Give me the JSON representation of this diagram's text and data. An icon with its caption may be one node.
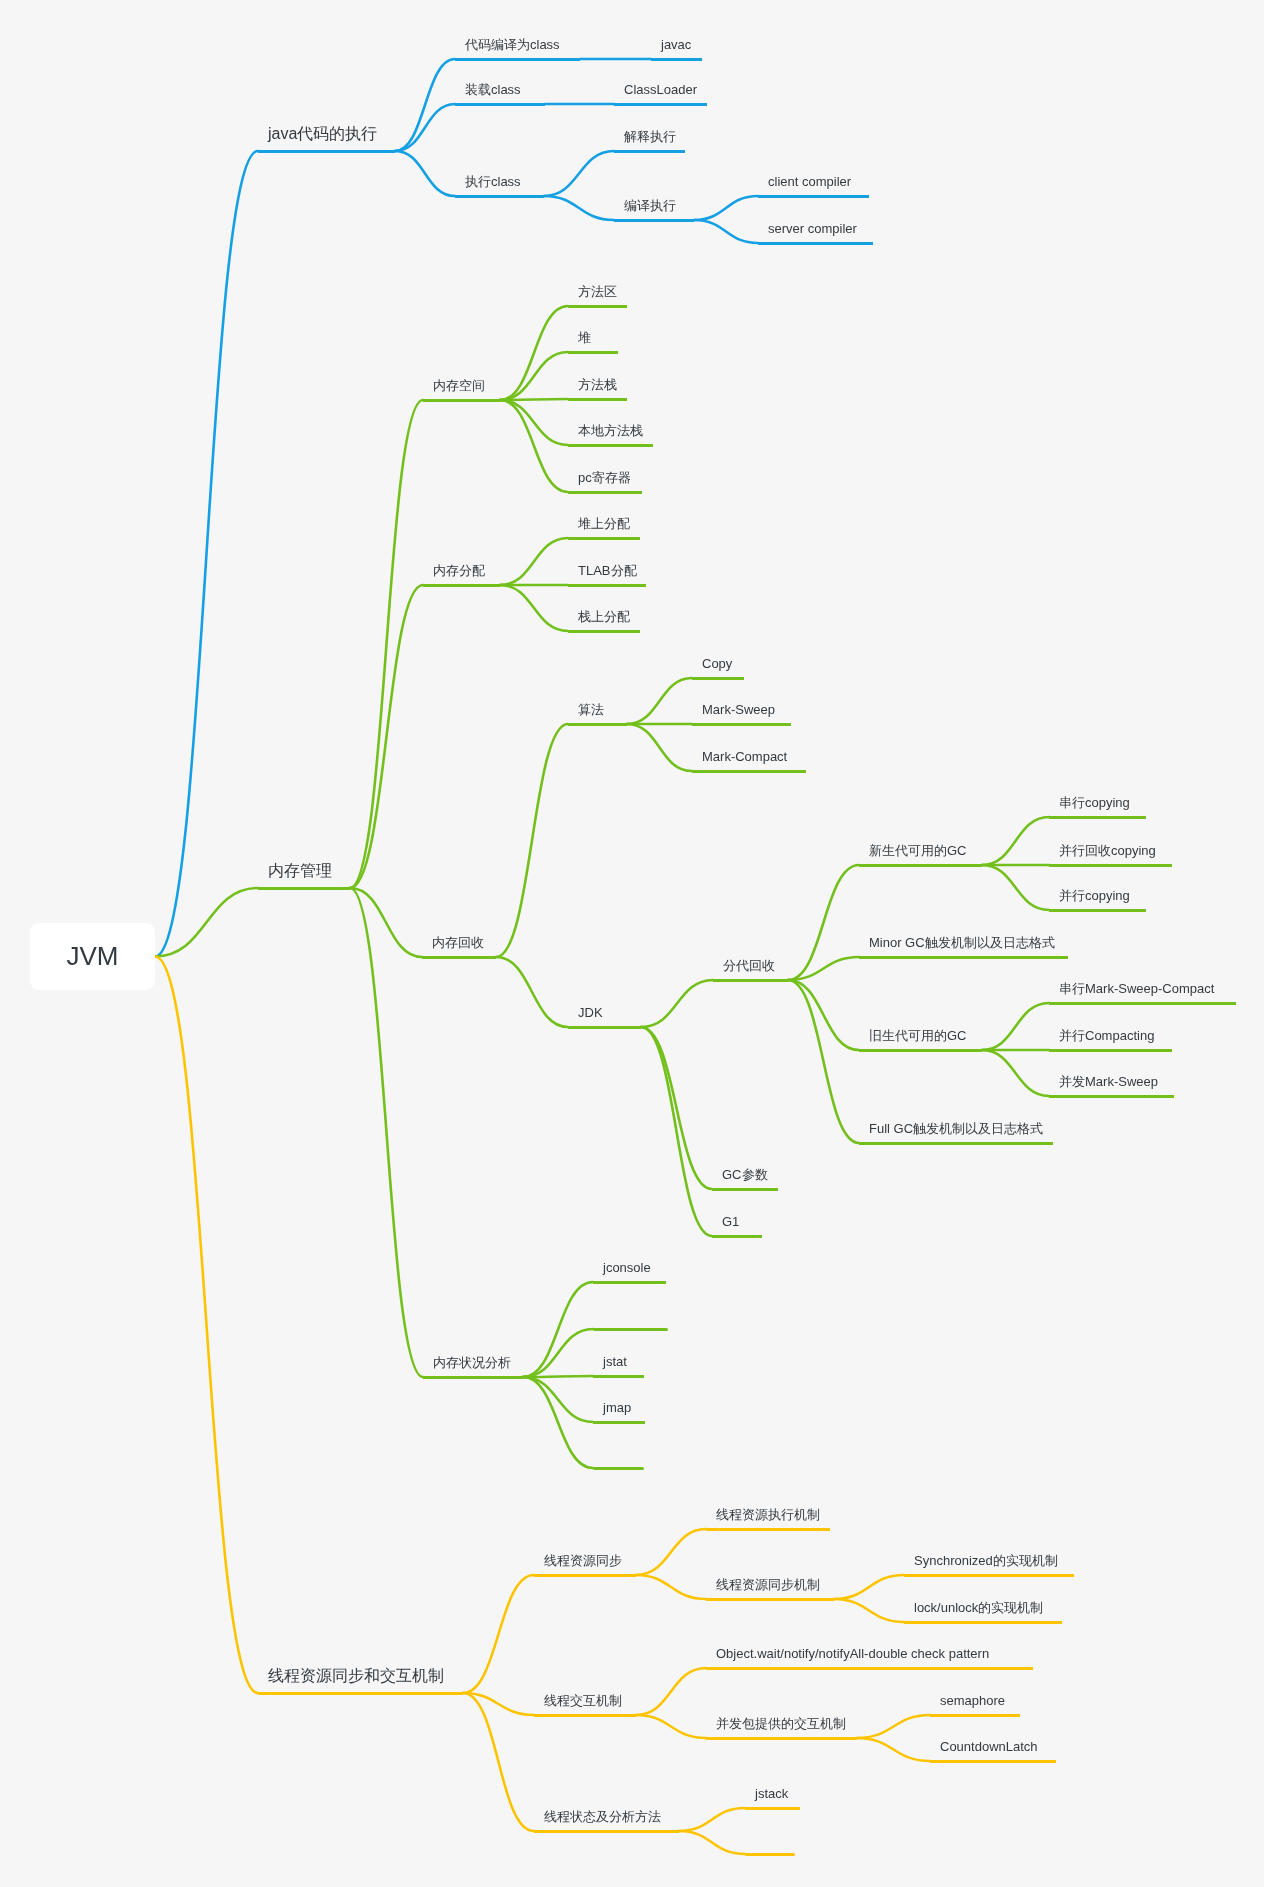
{
  "diagram": {
    "nodes": [
      {
        "text": [
          "JVM"
        ]
      },
      {
        "text": [
          "java代码的执行"
        ]
      },
      {
        "text": [
          "代码编译为class"
        ]
      },
      {
        "text": [
          "javac"
        ]
      },
      {
        "text": [
          "装载class"
        ]
      },
      {
        "text": [
          "ClassLoader"
        ]
      },
      {
        "text": [
          "执行class"
        ]
      },
      {
        "text": [
          "解释执行"
        ]
      },
      {
        "text": [
          "编译执行"
        ]
      },
      {
        "text": [
          "client compiler"
        ]
      },
      {
        "text": [
          "server compiler"
        ]
      },
      {
        "text": [
          "内存管理"
        ]
      },
      {
        "text": [
          "内存空间"
        ]
      },
      {
        "text": [
          "方法区"
        ]
      },
      {
        "text": [
          "堆"
        ]
      },
      {
        "text": [
          "方法栈"
        ]
      },
      {
        "text": [
          "本地方法栈"
        ]
      },
      {
        "text": [
          "pc寄存器"
        ]
      },
      {
        "text": [
          "内存分配"
        ]
      },
      {
        "text": [
          "堆上分配"
        ]
      },
      {
        "text": [
          "TLAB分配"
        ]
      },
      {
        "text": [
          "栈上分配"
        ]
      },
      {
        "text": [
          "内存回收"
        ]
      },
      {
        "text": [
          "算法"
        ]
      },
      {
        "text": [
          "Copy"
        ]
      },
      {
        "text": [
          "Mark-Sweep"
        ]
      },
      {
        "text": [
          "Mark-Compact"
        ]
      },
      {
        "text": [
          "JDK"
        ]
      },
      {
        "text": [
          "分代回收"
        ]
      },
      {
        "text": [
          "新生代可用的GC"
        ]
      },
      {
        "text": [
          "串行copying"
        ]
      },
      {
        "text": [
          "并行回收copying"
        ]
      },
      {
        "text": [
          "并行copying"
        ]
      },
      {
        "text": [
          "Minor GC触发机制以及日志格式"
        ]
      },
      {
        "text": [
          "旧生代可用的GC"
        ]
      },
      {
        "text": [
          "串行Mark-Sweep-Compact"
        ]
      },
      {
        "text": [
          "并行Compacting"
        ]
      },
      {
        "text": [
          "并发Mark-Sweep"
        ]
      },
      {
        "text": [
          "Full GC触发机制以及日志格式"
        ]
      },
      {
        "text": [
          "GC参数"
        ]
      },
      {
        "text": [
          "G1"
        ]
      },
      {
        "text": [
          "内存状况分析"
        ]
      },
      {
        "text": [
          "jconsole"
        ]
      },
      {
        "text": [],
        "shape": "bar"
      },
      {
        "text": [
          "jstat"
        ]
      },
      {
        "text": [
          "jmap"
        ]
      },
      {
        "text": [],
        "shape": "bar"
      },
      {
        "text": [
          "线程资源同步和交互机制"
        ]
      },
      {
        "text": [
          "线程资源同步"
        ]
      },
      {
        "text": [
          "线程资源执行机制"
        ]
      },
      {
        "text": [
          "线程资源同步机制"
        ]
      },
      {
        "text": [
          "Synchronized的实现机制"
        ]
      },
      {
        "text": [
          "lock/unlock的实现机制"
        ]
      },
      {
        "text": [
          "线程交互机制"
        ]
      },
      {
        "text": [
          "Object.wait/notify/notifyAll-double check pattern"
        ]
      },
      {
        "text": [
          "并发包提供的交互机制"
        ]
      },
      {
        "text": [
          "semaphore"
        ]
      },
      {
        "text": [
          "CountdownLatch"
        ]
      },
      {
        "text": [
          "线程状态及分析方法"
        ]
      },
      {
        "text": [
          "jstack"
        ]
      },
      {
        "text": [],
        "shape": "bar"
      }
    ],
    "edges": [
      {
        "from": 0,
        "to": 1,
        "arrow": "none",
        "color": "#15a0e4"
      },
      {
        "from": 1,
        "to": 2,
        "arrow": "none",
        "color": "#15a0e4"
      },
      {
        "from": 2,
        "to": 3,
        "arrow": "none",
        "color": "#15a0e4"
      },
      {
        "from": 1,
        "to": 4,
        "arrow": "none",
        "color": "#15a0e4"
      },
      {
        "from": 4,
        "to": 5,
        "arrow": "none",
        "color": "#15a0e4"
      },
      {
        "from": 1,
        "to": 6,
        "arrow": "none",
        "color": "#15a0e4"
      },
      {
        "from": 6,
        "to": 7,
        "arrow": "none",
        "color": "#15a0e4"
      },
      {
        "from": 6,
        "to": 8,
        "arrow": "none",
        "color": "#15a0e4"
      },
      {
        "from": 8,
        "to": 9,
        "arrow": "none",
        "color": "#15a0e4"
      },
      {
        "from": 8,
        "to": 10,
        "arrow": "none",
        "color": "#15a0e4"
      },
      {
        "from": 0,
        "to": 11,
        "arrow": "none"
      },
      {
        "from": 11,
        "to": 12,
        "arrow": "none"
      },
      {
        "from": 12,
        "to": 13,
        "arrow": "none"
      },
      {
        "from": 12,
        "to": 14,
        "arrow": "none"
      },
      {
        "from": 12,
        "to": 15,
        "arrow": "none"
      },
      {
        "from": 12,
        "to": 16,
        "arrow": "none"
      },
      {
        "from": 12,
        "to": 17,
        "arrow": "none"
      },
      {
        "from": 11,
        "to": 18,
        "arrow": "none"
      },
      {
        "from": 18,
        "to": 19,
        "arrow": "none"
      },
      {
        "from": 18,
        "to": 20,
        "arrow": "none"
      },
      {
        "from": 18,
        "to": 21,
        "arrow": "none"
      },
      {
        "from": 11,
        "to": 22,
        "arrow": "none"
      },
      {
        "from": 22,
        "to": 23,
        "arrow": "none"
      },
      {
        "from": 23,
        "to": 24,
        "arrow": "none"
      },
      {
        "from": 23,
        "to": 25,
        "arrow": "none"
      },
      {
        "from": 23,
        "to": 26,
        "arrow": "none"
      },
      {
        "from": 22,
        "to": 27,
        "arrow": "none"
      },
      {
        "from": 27,
        "to": 28,
        "arrow": "none"
      },
      {
        "from": 28,
        "to": 29,
        "arrow": "none"
      },
      {
        "from": 29,
        "to": 30,
        "arrow": "none"
      },
      {
        "from": 29,
        "to": 31,
        "arrow": "none"
      },
      {
        "from": 29,
        "to": 32,
        "arrow": "none"
      },
      {
        "from": 28,
        "to": 33,
        "arrow": "none"
      },
      {
        "from": 28,
        "to": 34,
        "arrow": "none"
      },
      {
        "from": 34,
        "to": 35,
        "arrow": "none"
      },
      {
        "from": 34,
        "to": 36,
        "arrow": "none"
      },
      {
        "from": 34,
        "to": 37,
        "arrow": "none"
      },
      {
        "from": 28,
        "to": 38,
        "arrow": "none"
      },
      {
        "from": 27,
        "to": 39,
        "arrow": "none"
      },
      {
        "from": 27,
        "to": 40,
        "arrow": "none"
      },
      {
        "from": 11,
        "to": 41,
        "arrow": "none"
      },
      {
        "from": 41,
        "to": 42,
        "arrow": "none"
      },
      {
        "from": 41,
        "to": 43,
        "arrow": "none"
      },
      {
        "from": 41,
        "to": 44,
        "arrow": "none"
      },
      {
        "from": 41,
        "to": 45,
        "arrow": "none"
      },
      {
        "from": 41,
        "to": 46,
        "arrow": "none"
      },
      {
        "from": 0,
        "to": 47,
        "arrow": "none",
        "color": "#fcc400"
      },
      {
        "from": 47,
        "to": 48,
        "arrow": "none",
        "color": "#fcc400"
      },
      {
        "from": 48,
        "to": 49,
        "arrow": "none",
        "color": "#fcc400"
      },
      {
        "from": 48,
        "to": 50,
        "arrow": "none",
        "color": "#fcc400"
      },
      {
        "from": 50,
        "to": 51,
        "arrow": "none",
        "color": "#fcc400"
      },
      {
        "from": 50,
        "to": 52,
        "arrow": "none",
        "color": "#fcc400"
      },
      {
        "from": 47,
        "to": 53,
        "arrow": "none",
        "color": "#fcc400"
      },
      {
        "from": 53,
        "to": 54,
        "arrow": "none",
        "color": "#fcc400"
      },
      {
        "from": 53,
        "to": 55,
        "arrow": "none",
        "color": "#fcc400"
      },
      {
        "from": 55,
        "to": 56,
        "arrow": "none",
        "color": "#fcc400"
      },
      {
        "from": 55,
        "to": 57,
        "arrow": "none",
        "color": "#fcc400"
      },
      {
        "from": 47,
        "to": 58,
        "arrow": "none",
        "color": "#fcc400"
      },
      {
        "from": 58,
        "to": 59,
        "arrow": "none",
        "color": "#fcc400"
      },
      {
        "from": 58,
        "to": 60,
        "arrow": "none",
        "color": "#fcc400"
      }
    ]
  }
}
